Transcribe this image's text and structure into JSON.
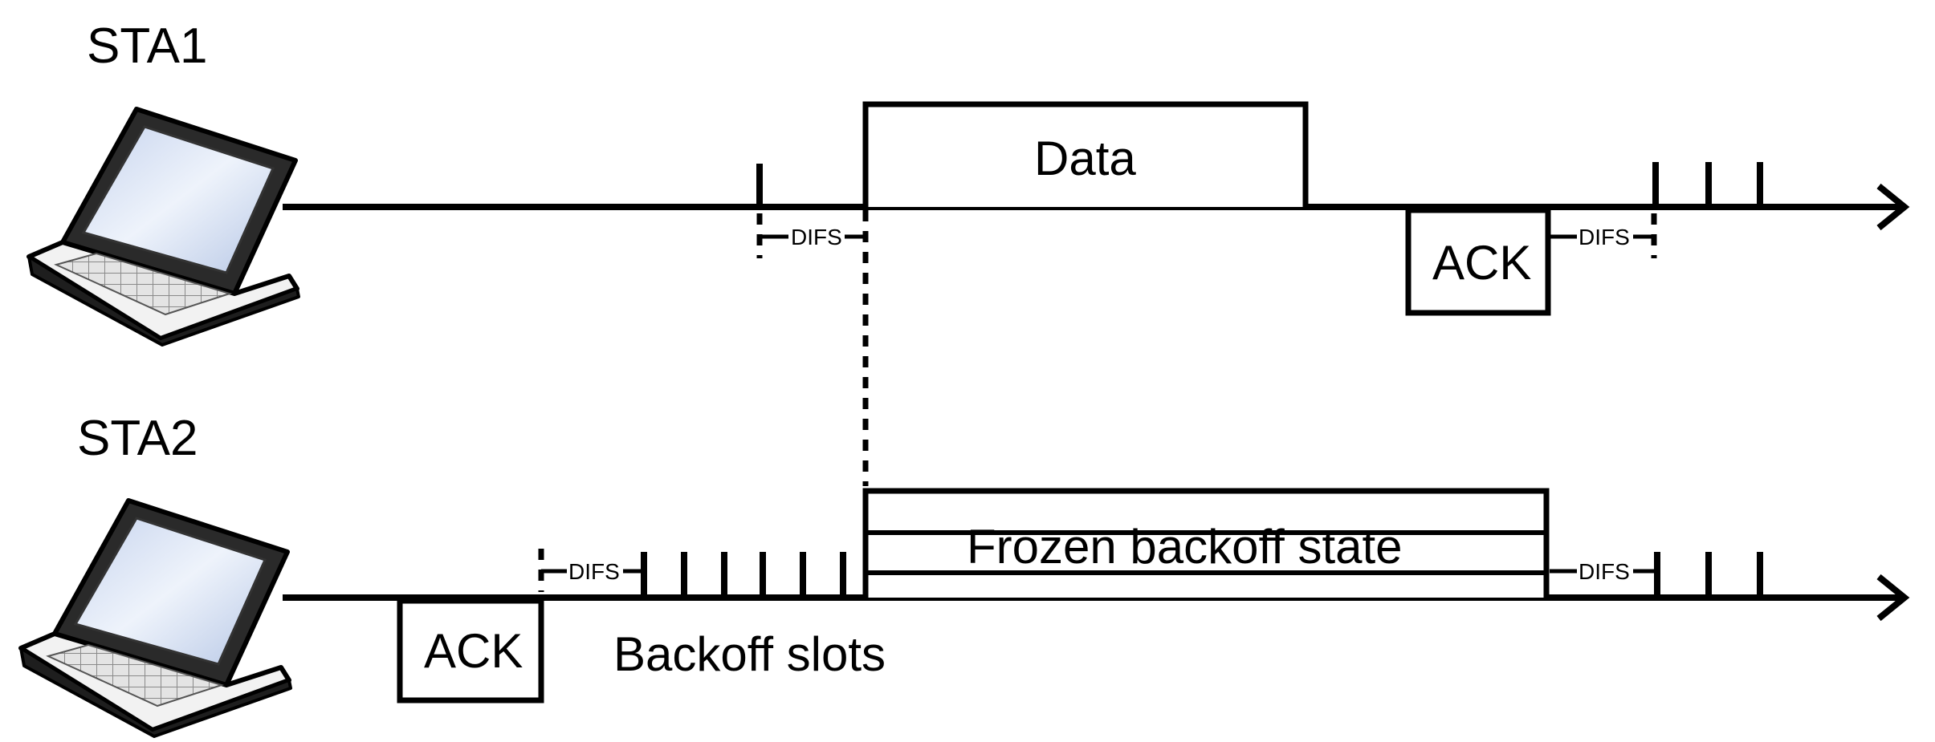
{
  "stations": [
    {
      "name": "STA1",
      "icon": "laptop-icon"
    },
    {
      "name": "STA2",
      "icon": "laptop-icon"
    }
  ],
  "sta1": {
    "data_label": "Data",
    "ack_label": "ACK",
    "difs_before_data": "DIFS",
    "difs_after_ack": "DIFS"
  },
  "sta2": {
    "ack_label": "ACK",
    "difs_after_ack": "DIFS",
    "backoff_label": "Backoff slots",
    "frozen_label": "Frozen backoff state",
    "difs_after_frozen": "DIFS"
  },
  "colors": {
    "line": "#000000",
    "screen": "#dce6f5",
    "keyboard": "#e9e9e9"
  }
}
